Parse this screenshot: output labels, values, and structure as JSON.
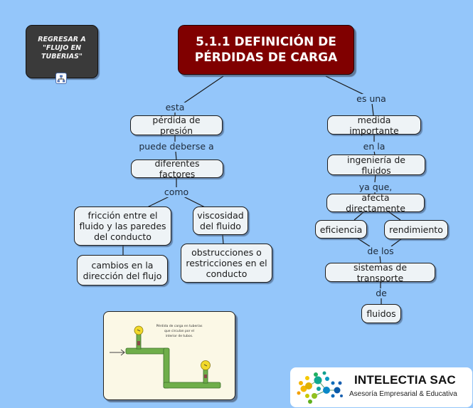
{
  "back_button": {
    "label": "REGRESAR A\n\"FLUJO EN\nTUBERIAS\"",
    "icon": "concept-map-link-icon"
  },
  "title": {
    "text": "5.1.1 DEFINICIÓN DE\nPÉRDIDAS DE CARGA",
    "color": "#800000"
  },
  "concepts": {
    "perdida_presion": "pérdida de presión",
    "diferentes_factores": "diferentes factores",
    "friccion": "fricción entre el fluido y las paredes del conducto",
    "viscosidad": "viscosidad del fluido",
    "cambios_direccion": "cambios en la dirección del flujo",
    "obstrucciones": "obstrucciones o restricciones en el conducto",
    "medida_importante": "medida importante",
    "ingenieria_fluidos": "ingeniería de fluidos",
    "afecta_directamente": "afecta directamente",
    "eficiencia": "eficiencia",
    "rendimiento": "rendimiento",
    "sistemas_transporte": "sistemas de transporte",
    "fluidos": "fluidos"
  },
  "linking_phrases": {
    "esta": "esta",
    "puede_deberse": "puede deberse a",
    "como": "como",
    "es_una": "es una",
    "en_la": "en la",
    "ya_que": "ya que,",
    "de_los": "de los",
    "de": "de"
  },
  "image": {
    "caption": "Pérdida de carga en tuberías\nque circulan por el\ninterior de tubos.",
    "description": "green pipe diagram with two pressure gauges"
  },
  "logo": {
    "title": "INTELECTIA SAC",
    "subtitle": "Asesoría Empresarial & Educativa"
  },
  "colors": {
    "background": "#94c6fa",
    "node_fill": "#eef3f6",
    "back_button": "#3a3a3a"
  }
}
